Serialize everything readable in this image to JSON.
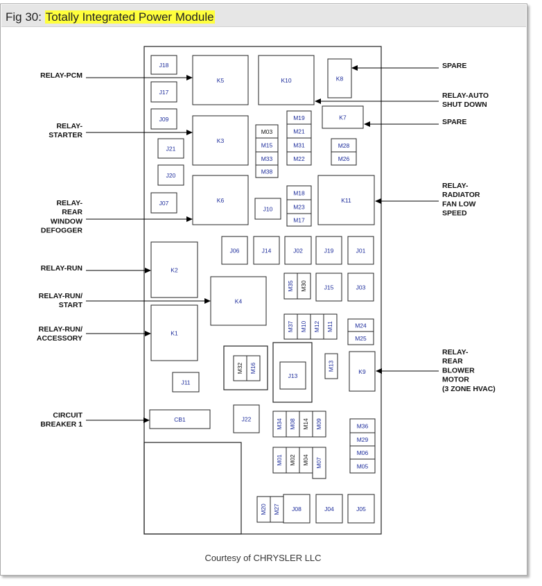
{
  "figure": {
    "number_label": "Fig 30:",
    "title": "Totally Integrated Power Module",
    "credit": "Courtesy of CHRYSLER LLC"
  },
  "positions": {
    "J18": "J18",
    "J17": "J17",
    "J09": "J09",
    "J21": "J21",
    "J20": "J20",
    "J07": "J07",
    "K5": "K5",
    "K10": "K10",
    "K8": "K8",
    "K7": "K7",
    "K3": "K3",
    "K6": "K6",
    "K11": "K11",
    "K2": "K2",
    "K4": "K4",
    "K1": "K1",
    "K9": "K9",
    "M19": "M19",
    "M21": "M21",
    "M31": "M31",
    "M22": "M22",
    "M03": "M03",
    "M15": "M15",
    "M33": "M33",
    "M38": "M38",
    "M28": "M28",
    "M26": "M26",
    "M18": "M18",
    "M23": "M23",
    "M17": "M17",
    "J10": "J10",
    "J06": "J06",
    "J14": "J14",
    "J02": "J02",
    "J19": "J19",
    "J01": "J01",
    "M35": "M35",
    "M30": "M30",
    "J15": "J15",
    "J03": "J03",
    "M37": "M37",
    "M10": "M10",
    "M12": "M12",
    "M11": "M11",
    "M24": "M24",
    "M25": "M25",
    "M32": "M32",
    "M16": "M16",
    "J13": "J13",
    "M13": "M13",
    "J11": "J11",
    "CB1": "CB1",
    "J22": "J22",
    "M34": "M34",
    "M08": "M08",
    "M14": "M14",
    "M09": "M09",
    "M36": "M36",
    "M29": "M29",
    "M06": "M06",
    "M05": "M05",
    "M01": "M01",
    "M02": "M02",
    "M04": "M04",
    "M07": "M07",
    "M20": "M20",
    "M27": "M27",
    "J08": "J08",
    "J04": "J04",
    "J05": "J05"
  },
  "callouts": {
    "relay_pcm": [
      "RELAY-PCM"
    ],
    "relay_starter": [
      "RELAY-",
      "STARTER"
    ],
    "relay_rear_window_defogger": [
      "RELAY-",
      "REAR",
      "WINDOW",
      "DEFOGGER"
    ],
    "relay_run": [
      "RELAY-RUN"
    ],
    "relay_run_start": [
      "RELAY-RUN/",
      "START"
    ],
    "relay_run_accessory": [
      "RELAY-RUN/",
      "ACCESSORY"
    ],
    "circuit_breaker_1": [
      "CIRCUIT",
      "BREAKER 1"
    ],
    "spare_1": [
      "SPARE"
    ],
    "relay_auto_shut_down": [
      "RELAY-AUTO",
      "SHUT DOWN"
    ],
    "spare_2": [
      "SPARE"
    ],
    "relay_radiator_fan_low_speed": [
      "RELAY-",
      "RADIATOR",
      "FAN LOW",
      "SPEED"
    ],
    "relay_rear_blower_motor": [
      "RELAY-",
      "REAR",
      "BLOWER",
      "MOTOR",
      "(3 ZONE HVAC)"
    ]
  }
}
